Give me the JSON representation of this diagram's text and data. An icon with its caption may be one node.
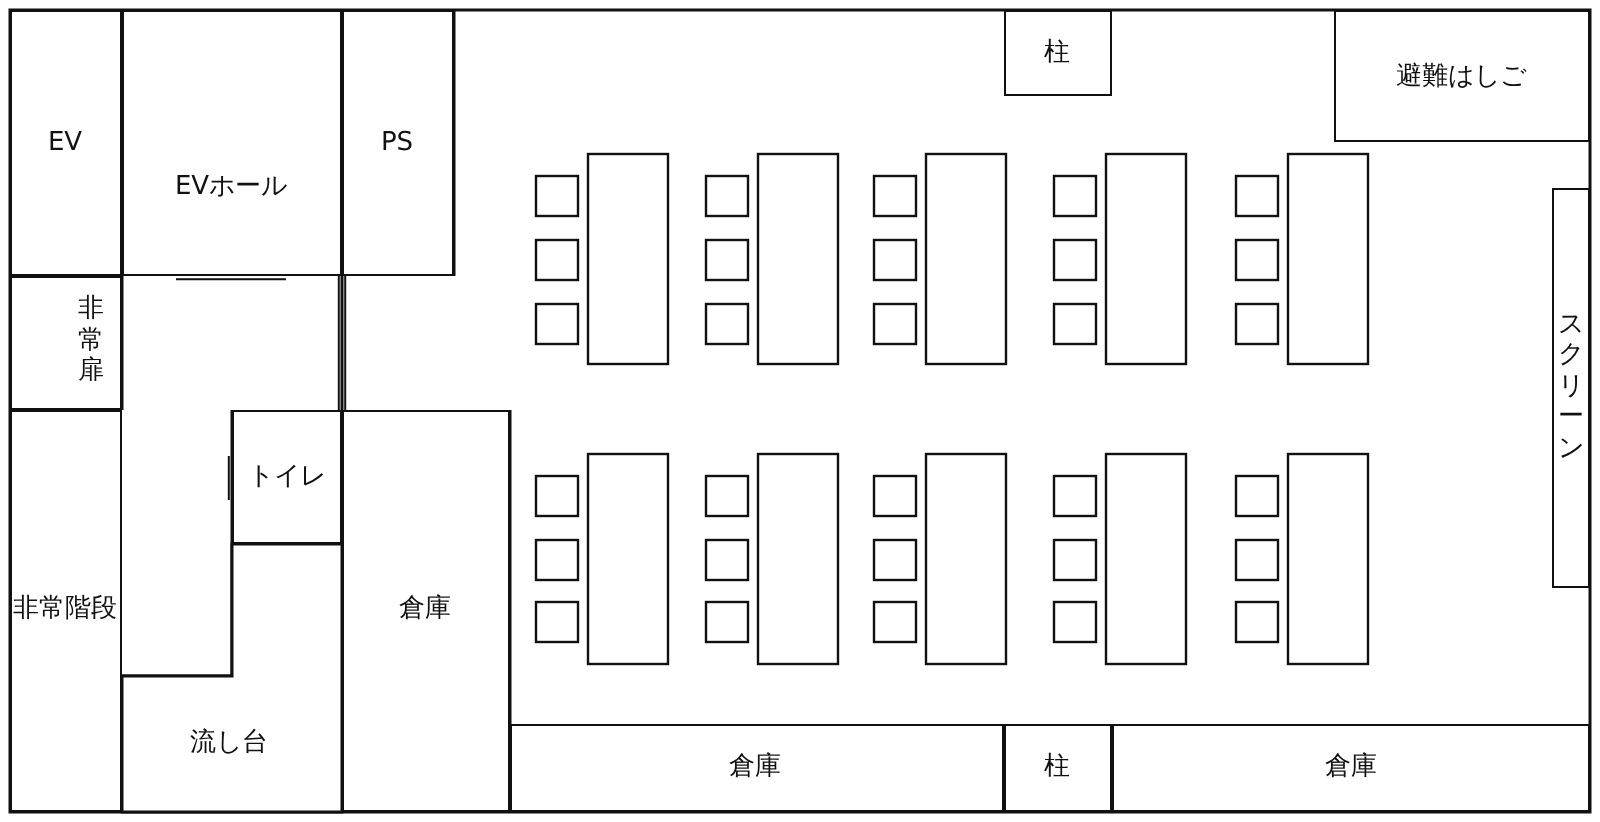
{
  "diagram": {
    "nodes": [
      {
        "text": [
          "EV"
        ]
      },
      {
        "text": [
          "EVホール"
        ]
      },
      {
        "text": [
          "PS"
        ]
      },
      {
        "text": [
          "柱"
        ]
      },
      {
        "text": [
          "避難はしご"
        ]
      },
      {
        "text": [
          "非常扉"
        ]
      },
      {
        "text": [
          "スクリーン"
        ]
      },
      {
        "text": [
          "トイレ"
        ]
      },
      {
        "text": [
          "非常階段"
        ]
      },
      {
        "text": [
          "倉庫"
        ]
      },
      {
        "text": [
          "流し台"
        ]
      },
      {
        "text": [
          "倉庫"
        ]
      },
      {
        "text": [
          "柱"
        ]
      },
      {
        "text": [
          "倉庫"
        ]
      }
    ],
    "edges": []
  }
}
